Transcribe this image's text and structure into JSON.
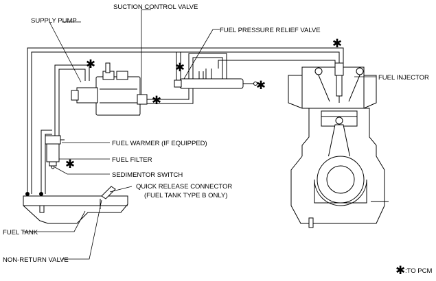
{
  "labels": {
    "suction_control_valve": "SUCTION CONTROL VALVE",
    "supply_pump": "SUPPLY PUMP",
    "fuel_pressure_relief_valve": "FUEL PRESSURE RELIEF VALVE",
    "fuel_injector": "FUEL INJECTOR",
    "fuel_warmer": "FUEL WARMER (IF EQUIPPED)",
    "fuel_filter": "FUEL FILTER",
    "sedimentor_switch": "SEDIMENTOR SWITCH",
    "quick_release_connector": "QUICK RELEASE CONNECTOR",
    "fuel_tank_type_b": "(FUEL TANK TYPE B ONLY)",
    "fuel_tank": "FUEL TANK",
    "non_return_valve": "NON-RETURN VALVE"
  },
  "legend": {
    "symbol": "✱",
    "text": ":TO PCM"
  }
}
